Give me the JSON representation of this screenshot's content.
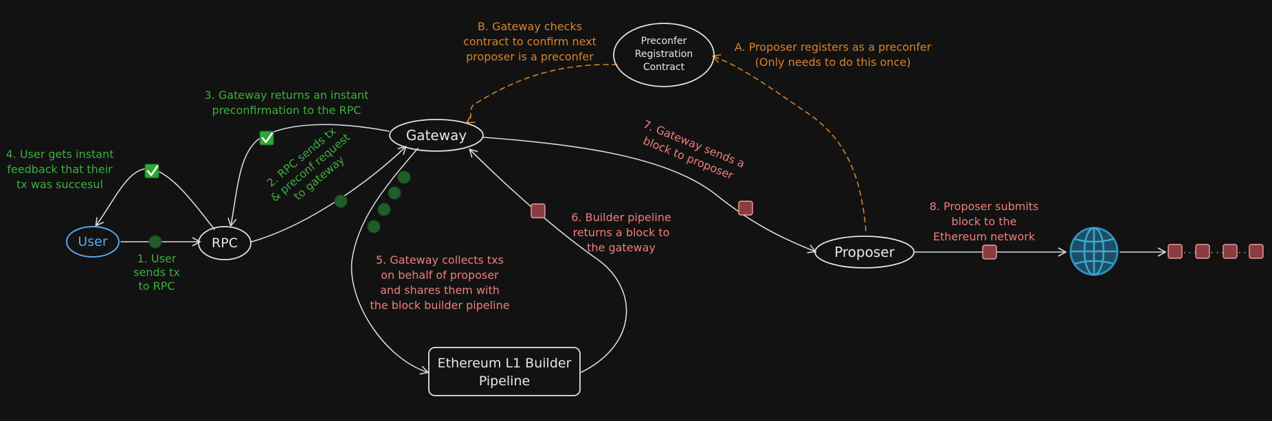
{
  "colors": {
    "background": "#121212",
    "green_note": "#3fae3f",
    "orange_note": "#d9842b",
    "red_note": "#f07f7c",
    "user_node": "#5aa9f0",
    "globe": "#2c8fb8"
  },
  "nodes": {
    "user": "User",
    "rpc": "RPC",
    "gateway": "Gateway",
    "proposer": "Proposer",
    "contract": [
      "Preconfer",
      "Registration",
      "Contract"
    ],
    "builder": [
      "Ethereum L1 Builder",
      "Pipeline"
    ]
  },
  "icons": {
    "network": "globe-icon",
    "check": "checkmark-icon"
  },
  "notes": {
    "step1": [
      "1. User",
      "sends tx",
      "to RPC"
    ],
    "step2": [
      "2. RPC sends tx",
      "& preconf request",
      "to gateway"
    ],
    "step3": [
      "3. Gateway returns an instant",
      "preconfirmation to the RPC"
    ],
    "step4": [
      "4. User gets instant",
      "feedback that their",
      "tx was succesul"
    ],
    "step5": [
      "5. Gateway collects txs",
      "on behalf of proposer",
      "and shares them with",
      "the block builder pipeline"
    ],
    "step6": [
      "6. Builder pipeline",
      "returns a block to",
      "the gateway"
    ],
    "step7": [
      "7. Gateway sends a",
      "block to proposer"
    ],
    "step8": [
      "8. Proposer submits",
      "block to the",
      "Ethereum network"
    ],
    "stepA": [
      "A. Proposer registers as a preconfer",
      "(Only needs to do this once)"
    ],
    "stepB": [
      "B. Gateway checks",
      "contract to confirm next",
      "proposer is a preconfer"
    ]
  },
  "chain_dots": "· · ·"
}
